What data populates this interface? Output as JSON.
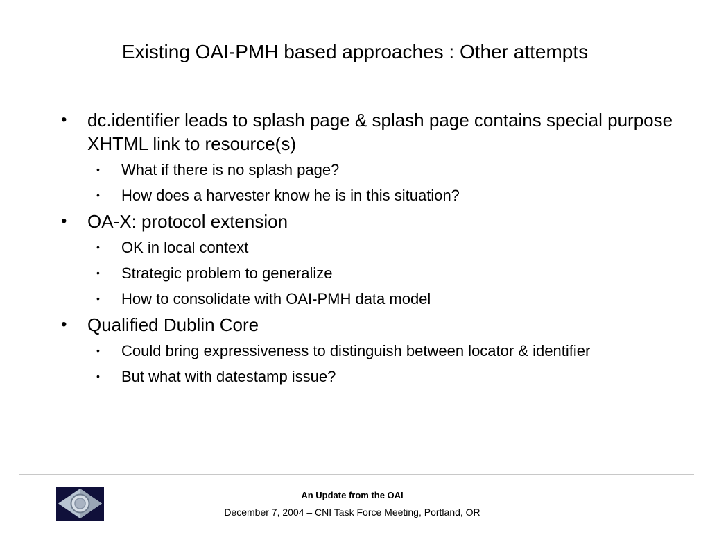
{
  "slide": {
    "title": "Existing OAI-PMH based approaches : Other attempts",
    "bullets": [
      {
        "text": "dc.identifier leads to splash page & splash page contains special purpose XHTML link to resource(s)",
        "subitems": [
          "What if there is no splash page?",
          "How does a harvester know he is in this situation?"
        ]
      },
      {
        "text": "OA-X: protocol extension",
        "subitems": [
          "OK in local context",
          "Strategic problem to generalize",
          "How to consolidate with OAI-PMH data model"
        ]
      },
      {
        "text": "Qualified Dublin Core",
        "subitems": [
          "Could bring expressiveness to distinguish between locator & identifier",
          "But what with datestamp issue?"
        ]
      }
    ],
    "bullet_glyphs": {
      "level1": "•",
      "level2": "•"
    }
  },
  "footer": {
    "title": "An Update from the OAI",
    "subtitle": "December 7, 2004 – CNI Task Force Meeting, Portland, OR",
    "logo_icon": "oai-logo-icon"
  },
  "colors": {
    "logo_dark": "#10103a",
    "logo_light": "#b8c4d2",
    "rule": "#c8c8c8"
  }
}
